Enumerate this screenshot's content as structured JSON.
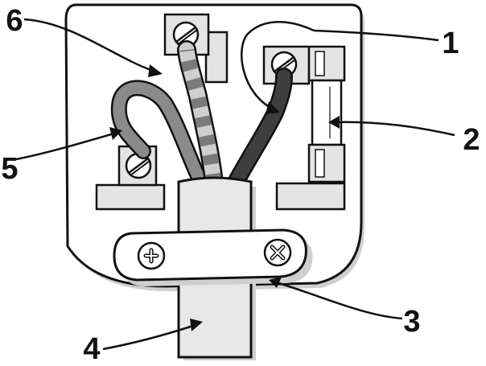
{
  "labels": {
    "one": "1",
    "two": "2",
    "three": "3",
    "four": "4",
    "five": "5",
    "six": "6"
  },
  "colors": {
    "outline": "#111111",
    "body": "#ffffff",
    "shadow": "#cfcfcf",
    "metal": "#e4e4e4",
    "cable": "#d0d0d0",
    "wire_dark": "#3e3e3e",
    "wire_mid": "#8a8a8a",
    "stripe_light": "#cfcfcf"
  },
  "icons": {
    "screw_slot": "slotted-screw",
    "screw_cross": "cross-head-screw"
  }
}
